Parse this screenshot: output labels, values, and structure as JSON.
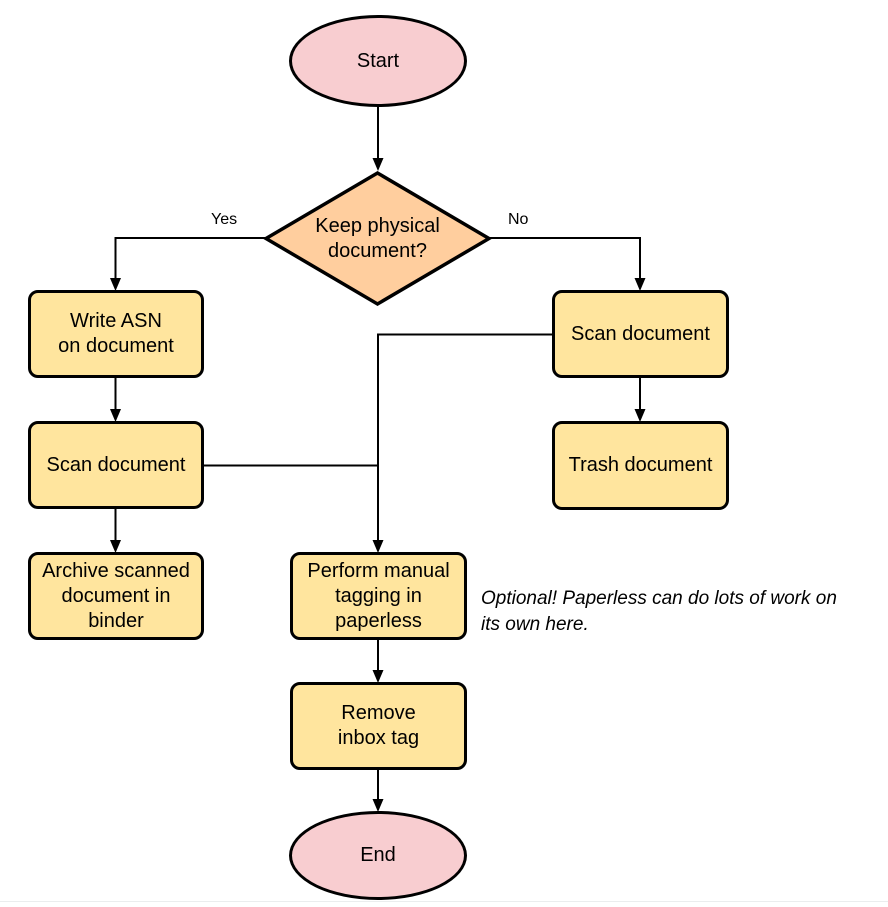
{
  "colors": {
    "terminal_fill": "#f8cdd0",
    "decision_fill": "#ffce9e",
    "process_fill": "#ffe59e",
    "stroke": "#000000"
  },
  "nodes": {
    "start": {
      "type": "terminal",
      "label": "Start"
    },
    "decision": {
      "type": "decision",
      "label": "Keep physical\ndocument?"
    },
    "write_asn": {
      "type": "process",
      "label": "Write ASN\non document"
    },
    "scan_left": {
      "type": "process",
      "label": "Scan document"
    },
    "archive": {
      "type": "process",
      "label": "Archive scanned\ndocument in\nbinder"
    },
    "scan_right": {
      "type": "process",
      "label": "Scan document"
    },
    "trash": {
      "type": "process",
      "label": "Trash document"
    },
    "tagging": {
      "type": "process",
      "label": "Perform manual\ntagging in\npaperless"
    },
    "remove_inbox": {
      "type": "process",
      "label": "Remove\ninbox tag"
    },
    "end": {
      "type": "terminal",
      "label": "End"
    }
  },
  "edge_labels": {
    "yes": "Yes",
    "no": "No"
  },
  "annotation": "Optional! Paperless can do lots of work on\nits own here."
}
